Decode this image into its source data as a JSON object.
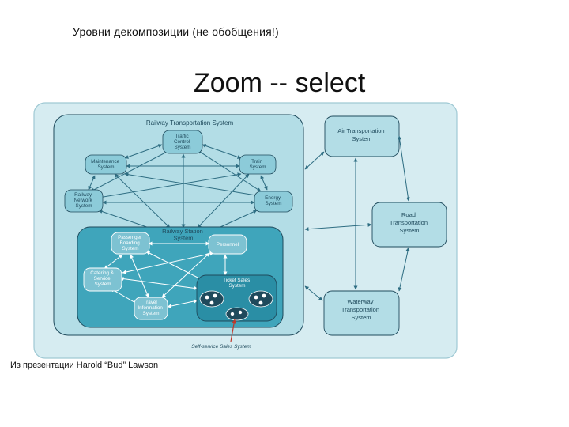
{
  "slide": {
    "heading": "Уровни декомпозиции (не обобщения!)",
    "title": "Zoom -- select",
    "caption": "Из презентации Harold “Bud” Lawson"
  },
  "diagram": {
    "railway": {
      "title": "Railway Transportation System",
      "traffic_control": [
        "Traffic",
        "Control",
        "System"
      ],
      "maintenance": [
        "Maintenance",
        "System"
      ],
      "train": [
        "Train",
        "System"
      ],
      "railway_network": [
        "Railway",
        "Network",
        "System"
      ],
      "energy": [
        "Energy",
        "System"
      ],
      "station": {
        "title": [
          "Railway Station",
          "System"
        ],
        "passenger_boarding": [
          "Passenger",
          "Boarding",
          "System"
        ],
        "personnel": [
          "Personnel"
        ],
        "catering": [
          "Catering &",
          "Service",
          "System"
        ],
        "ticket_sales": [
          "Ticket Sales",
          "System"
        ],
        "travel_info": [
          "Travel",
          "Information",
          "System"
        ]
      }
    },
    "air": [
      "Air Transportation",
      "System"
    ],
    "road": [
      "Road",
      "Transportation",
      "System"
    ],
    "waterway": [
      "Waterway",
      "Transportation",
      "System"
    ],
    "self_service_note": "Self-service Sales System"
  },
  "colors": {
    "outer_bg": "#d6ecf1",
    "railway_bg": "#b3dde6",
    "node_bg": "#8ccbd9",
    "station_bg": "#3fa5bb",
    "station_node": "#7dc2d2",
    "ticket_bg": "#2a8ea5",
    "dark_stroke": "#1f4a5c",
    "line": "#2e6d82",
    "arrow_red": "#c0392b"
  }
}
